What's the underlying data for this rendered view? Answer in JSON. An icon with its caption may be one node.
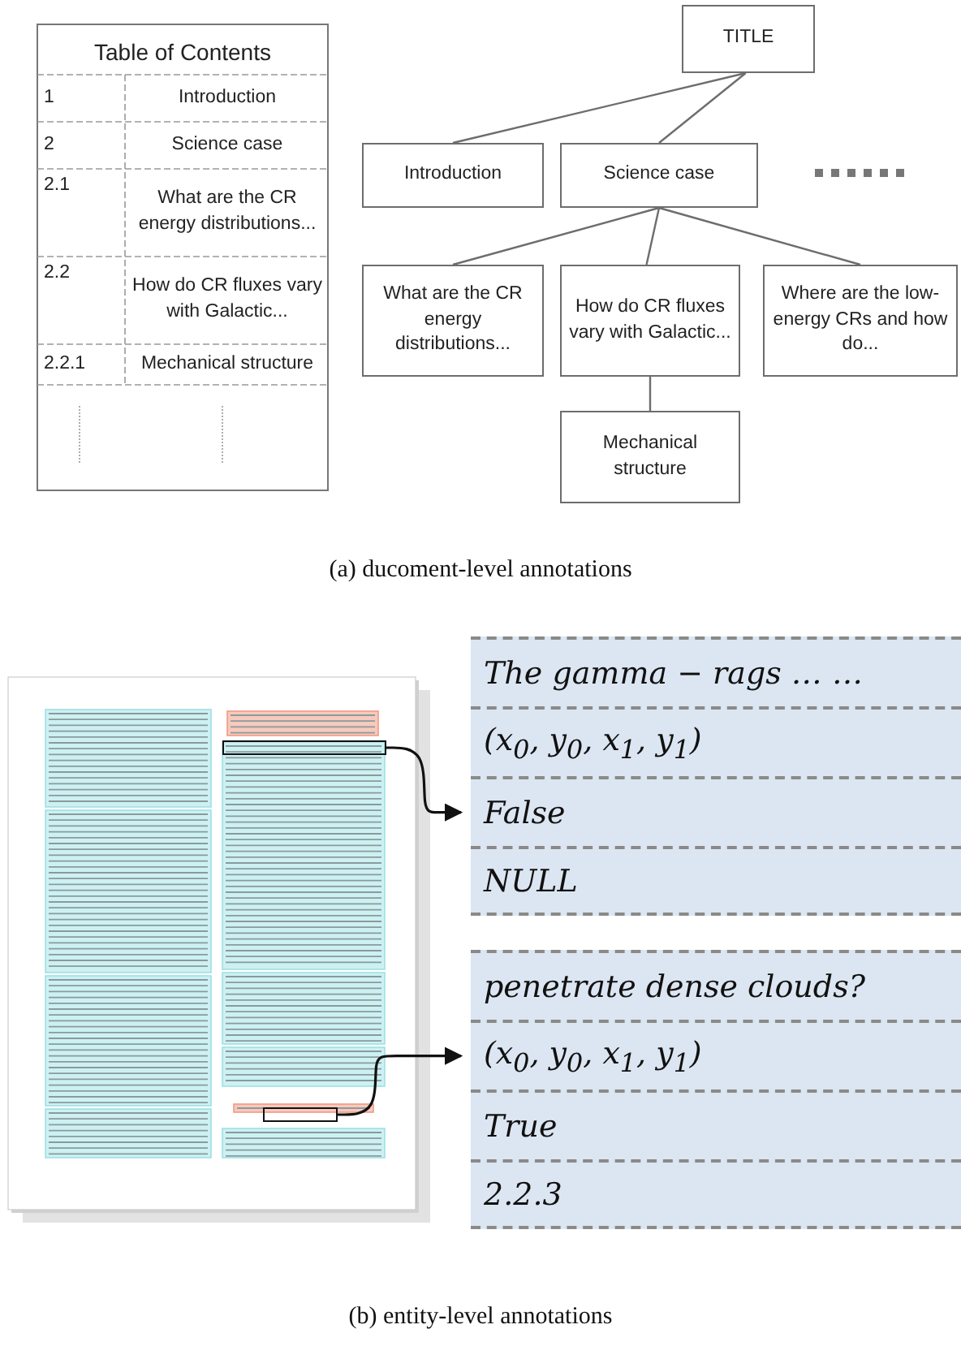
{
  "diagram": {
    "nodes": [
      {
        "text": [
          "TITLE"
        ]
      },
      {
        "text": [
          "Introduction"
        ]
      },
      {
        "text": [
          "Science case"
        ]
      },
      {
        "text": [
          "What are the CR energy distributions..."
        ]
      },
      {
        "text": [
          "How do CR fluxes vary with Galactic..."
        ]
      },
      {
        "text": [
          "Where are the low-energy CRs and how do..."
        ]
      },
      {
        "text": [
          "Mechanical structure"
        ]
      },
      {
        "text": [],
        "shape": "box"
      },
      {
        "text": [],
        "shape": "box"
      },
      {
        "text": [
          "The gamma − rags … …",
          "(x$_{0}$, y$_{0}$, x$_{1}$, y$_{1}$)",
          "False",
          "NULL"
        ]
      },
      {
        "text": [
          "penetrate dense clouds?",
          "(x$_{0}$, y$_{0}$, x$_{1}$, y$_{1}$)",
          "True",
          "2.2.3"
        ]
      }
    ],
    "edges": [
      {
        "from": 0,
        "to": 1,
        "arrow": "none"
      },
      {
        "from": 0,
        "to": 2,
        "arrow": "none"
      },
      {
        "from": 2,
        "to": 3,
        "arrow": "none"
      },
      {
        "from": 2,
        "to": 4,
        "arrow": "none"
      },
      {
        "from": 2,
        "to": 5,
        "arrow": "none"
      },
      {
        "from": 4,
        "to": 6,
        "arrow": "none"
      },
      {
        "from": 7,
        "to": 9,
        "arrow": "to",
        "color": "#111111"
      },
      {
        "from": 8,
        "to": 10,
        "arrow": "to",
        "color": "#111111"
      }
    ],
    "labels": [
      "Table of Contents",
      "1",
      "Introduction",
      "2",
      "Science case",
      "2.1",
      "What are the CR energy distributions...",
      "2.2",
      "How do CR fluxes vary with Galactic...",
      "2.2.1",
      "Mechanical structure",
      "(a) ducoment-level annotations",
      "(b) entity-level annotations"
    ]
  }
}
